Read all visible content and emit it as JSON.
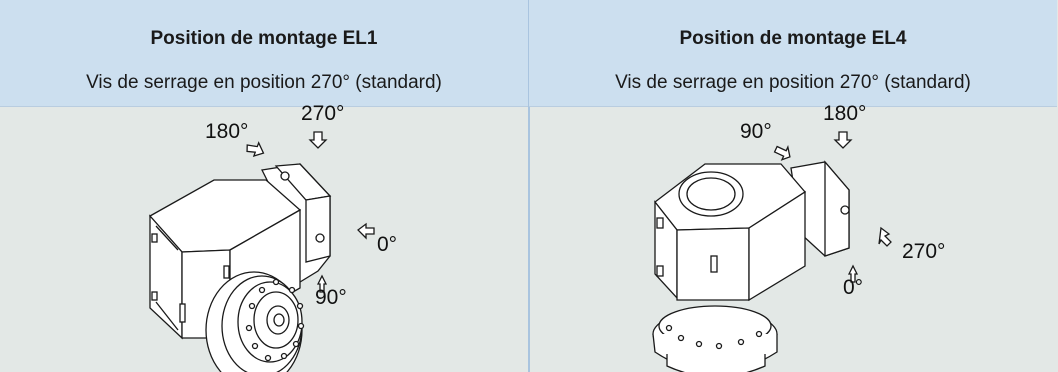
{
  "columns": [
    {
      "title": "Position de montage EL1",
      "subtitle": "Vis de serrage en position 270° (standard)",
      "angles": {
        "a180": "180°",
        "a270": "270°",
        "a0": "0°",
        "a90": "90°"
      }
    },
    {
      "title": "Position de montage EL4",
      "subtitle": "Vis de serrage en position 270° (standard)",
      "angles": {
        "a90": "90°",
        "a180": "180°",
        "a270": "270°",
        "a0": "0°"
      }
    }
  ],
  "colors": {
    "header_bg": "#ccdfef",
    "body_bg": "#e3e8e6",
    "divider": "#a9c4df",
    "drawing": "#1a1a1a"
  }
}
